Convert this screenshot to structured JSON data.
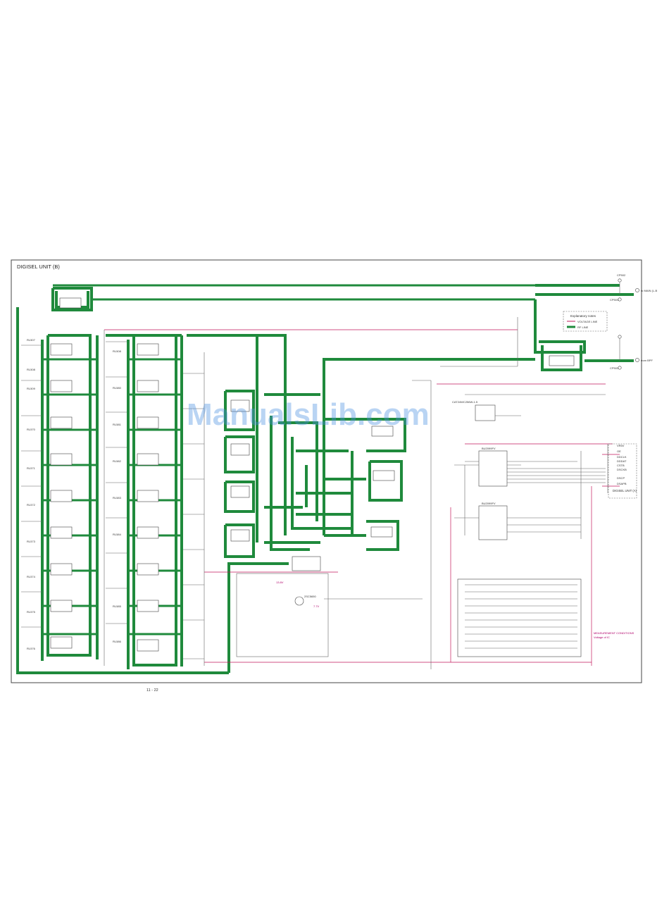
{
  "title": "DIGISEL UNIT (B)",
  "page_number": "11 - 22",
  "watermark": "ManualsLib.com",
  "legend": {
    "heading": "Explanatory notes",
    "voltage_line": "VOLTAGE LINE",
    "rf_line": "RF LINE"
  },
  "connectors": {
    "top_right": "to MAIN (L-B",
    "mid_right": "from BPF",
    "cp_top": "CP502",
    "cp_501": "CP501",
    "cp_mid": "CP503"
  },
  "digisel_a": "DIGISEL UNIT (A)",
  "ic_labels": {
    "ic801": "CAT24WC256W-1.5",
    "ic802": "BU2099FV",
    "ic803": "BU2099FV",
    "q701": "2SC5650"
  },
  "port_list": [
    "VR5V",
    "OE",
    "DDCLK",
    "DDDAT",
    "CSTB",
    "DSCKB",
    "DSCP",
    "DSAPB"
  ],
  "band_columns": {
    "left": [
      "RL507",
      "RL508",
      "RL509",
      "RL570",
      "RL571",
      "RL572",
      "RL573",
      "RL574",
      "RL575",
      "RL576"
    ],
    "middle": [
      "RL508",
      "RL580",
      "RL581",
      "RL582",
      "RL583",
      "RL584",
      "RL585",
      "RL586"
    ]
  },
  "notes": {
    "measurement": "MEASUREMENT CONDITIONS",
    "power_supply": "Voltage of IC",
    "pin_note": "13.8V",
    "freq": "7.7V"
  },
  "colors": {
    "rf_line": "#1f8a3c",
    "voltage_line": "#c2185b",
    "watermark": "#4a90e2",
    "frame": "#444444"
  }
}
